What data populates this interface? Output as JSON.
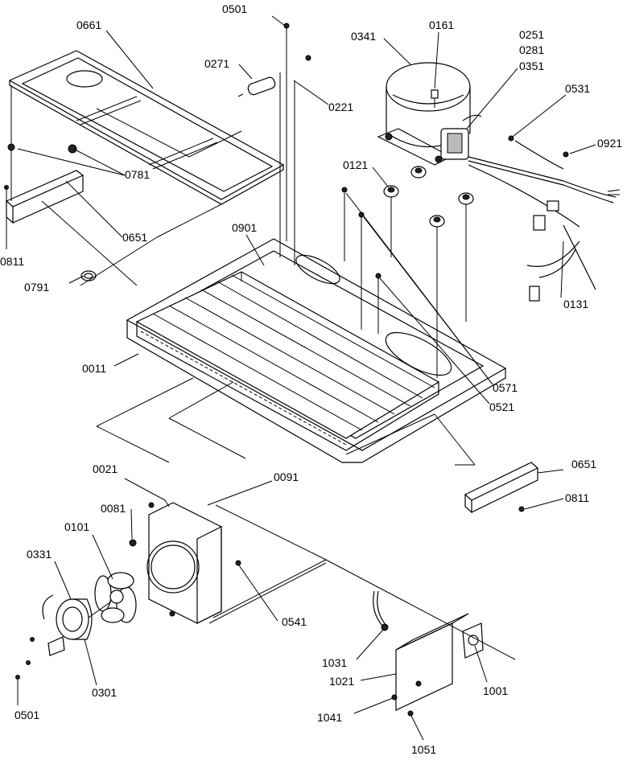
{
  "diagram": {
    "header_fragment": "",
    "callouts": [
      "0501",
      "0661",
      "0271",
      "0221",
      "0341",
      "0161",
      "0251",
      "0281",
      "0351",
      "0531",
      "0921",
      "0781",
      "0121",
      "0651",
      "0811",
      "0901",
      "0791",
      "0131",
      "0011",
      "0571",
      "0521",
      "0651",
      "0811",
      "0021",
      "0091",
      "0081",
      "0101",
      "0331",
      "0541",
      "0301",
      "0501",
      "1031",
      "1021",
      "1001",
      "1041",
      "1051"
    ]
  }
}
